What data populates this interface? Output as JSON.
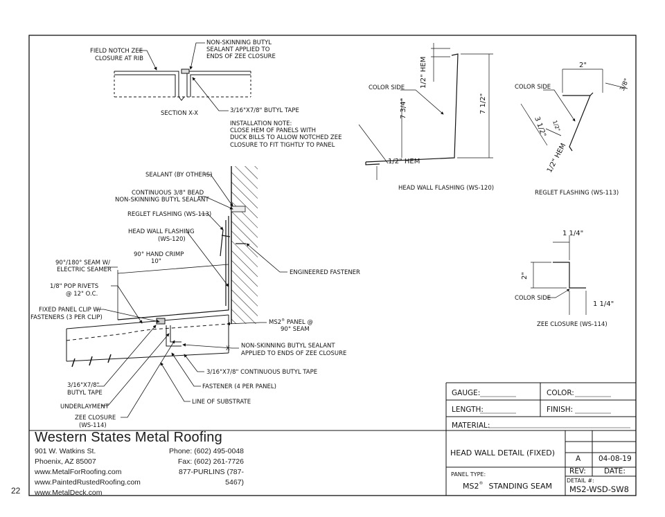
{
  "page_number": "22",
  "company": {
    "name": "Western States Metal Roofing",
    "address_line1": "901 W. Watkins St.",
    "address_line2": "Phoenix, AZ 85007",
    "web1": "www.MetalForRoofing.com",
    "web2": "www.PaintedRustedRoofing.com",
    "web3": "www.MetalDeck.com",
    "phone": "Phone: (602) 495-0048",
    "fax": "Fax: (602) 261-7726",
    "tollfree": "877-PURLINS (787-5467)"
  },
  "title_block": {
    "gauge_label": "GAUGE:",
    "color_label": "COLOR:",
    "length_label": "LENGTH:",
    "finish_label": "FINISH:",
    "material_label": "MATERIAL:",
    "drawing_title": "HEAD WALL  DETAIL (FIXED)",
    "rev_value": "A",
    "date_value": "04-08-19",
    "rev_label": "REV:",
    "date_label": "DATE:",
    "panel_type_label": "PANEL TYPE:",
    "panel_type_value": "MS2",
    "panel_type_reg": "®",
    "panel_type_suffix": "STANDING SEAM",
    "detail_label": "DETAIL #:",
    "detail_value": "MS2-WSD-SW8"
  },
  "section": {
    "field_notch_1": "FIELD NOTCH ZEE",
    "field_notch_2": "CLOSURE AT RIB",
    "butyl_1": "NON-SKINNING BUTYL",
    "butyl_2": "SEALANT APPLIED TO",
    "butyl_3": "ENDS OF ZEE CLOSURE",
    "section_label": "SECTION X-X",
    "tape": "3/16\"X7/8\" BUTYL TAPE",
    "note_1": "INSTALLATION NOTE:",
    "note_2": "CLOSE HEM OF PANELS WITH",
    "note_3": "DUCK BILLS TO ALLOW NOTCHED ZEE",
    "note_4": "CLOSURE TO FIT TIGHTLY TO PANEL"
  },
  "main": {
    "sealant_others": "SEALANT (BY OTHERS)",
    "bead_1": "CONTINUOUS 3/8\" BEAD",
    "bead_2": "NON-SKINNING BUTYL SEALANT",
    "reglet": "REGLET FLASHING (WS-113)",
    "headwall_1": "HEAD WALL FLASHING",
    "headwall_2": "(WS-120)",
    "crimp_1": "90° HAND CRIMP",
    "crimp_2": "10\"",
    "seam_1": "90°/180° SEAM W/",
    "seam_2": "ELECTRIC SEAMER",
    "fastener_eng": "ENGINEERED FASTENER",
    "rivets_1": "1/8\" POP RIVETS",
    "rivets_2": "@ 12\" O.C.",
    "clip_1": "FIXED PANEL CLIP W/",
    "clip_2": "FASTENERS (3 PER CLIP)",
    "ms2_1": "MS2",
    "ms2_reg": "®",
    "ms2_1b": " PANEL @",
    "ms2_2": "90° SEAM",
    "nsb_1": "NON-SKINNING BUTYL SEALANT",
    "nsb_2": "APPLIED TO ENDS OF ZEE CLOSURE",
    "cont_tape": "3/16\"X7/8\" CONTINUOUS BUTYL TAPE",
    "fastener_4": "FASTENER (4 PER PANEL)",
    "substrate": "LINE OF SUBSTRATE",
    "butyl_tape_1": "3/16\"X7/8\"",
    "butyl_tape_2": "BUTYL TAPE",
    "underlayment": "UNDERLAYMENT",
    "zee_1": "ZEE CLOSURE",
    "zee_2": "(WS-114)",
    "x_mark": "X"
  },
  "headwall_detail": {
    "color_side": "COLOR SIDE",
    "hem_top": "1/2\" HEM",
    "dim_7_3_4": "7 3/4\"",
    "dim_7_1_2": "7 1/2\"",
    "hem_bottom": "1/2\" HEM",
    "caption": "HEAD WALL FLASHING (WS-120)"
  },
  "reglet_detail": {
    "color_side": "COLOR SIDE",
    "dim_2": "2\"",
    "dim_3_8": "3/8\"",
    "dim_3_1_2": "3 1/2\"",
    "dim_1_2_hem": "1/2\" HEM",
    "dim_small": "1/2\"",
    "caption": "REGLET FLASHING (WS-113)"
  },
  "zee_detail": {
    "dim_top": "1 1/4\"",
    "dim_left": "2\"",
    "dim_right": "1 1/4\"",
    "color_side": "COLOR SIDE",
    "caption": "ZEE CLOSURE (WS-114)"
  }
}
